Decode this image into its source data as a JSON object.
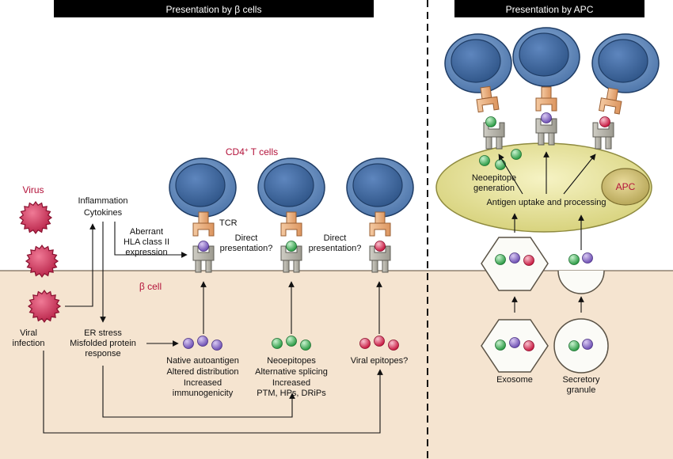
{
  "headers": {
    "left": "Presentation by β cells",
    "right": "Presentation by APC"
  },
  "labels": {
    "virus": "Virus",
    "viral_infection_line1": "Viral",
    "viral_infection_line2": "infection",
    "inflammation": "Inflammation",
    "cytokines": "Cytokines",
    "aberrant_line1": "Aberrant",
    "aberrant_line2": "HLA class II",
    "aberrant_line3": "expression",
    "tcr": "TCR",
    "cd4": "CD4",
    "cd4_sup": "+",
    "cd4_tail": " T cells",
    "direct1_line1": "Direct",
    "direct1_line2": "presentation?",
    "direct2_line1": "Direct",
    "direct2_line2": "presentation?",
    "beta_cell": "β cell",
    "er_line1": "ER stress",
    "er_line2": "Misfolded protein",
    "er_line3": "response",
    "native_line1": "Native autoantigen",
    "native_line2": "Altered distribution",
    "native_line3": "Increased",
    "native_line4": "immunogenicity",
    "neo_line1": "Neoepitopes",
    "neo_line2": "Alternative splicing",
    "neo_line3": "Increased",
    "neo_line4": "PTM, HPs, DRiPs",
    "viral_epitopes": "Viral epitopes?",
    "neo_gen_line1": "Neoepitope",
    "neo_gen_line2": "generation",
    "antigen_uptake": "Antigen uptake and processing",
    "apc": "APC",
    "exosome": "Exosome",
    "secretory_line1": "Secretory",
    "secretory_line2": "granule"
  },
  "colors": {
    "purple_epitope": "#8a6cc9",
    "green_epitope": "#3fbf5a",
    "red_epitope": "#e0315a",
    "tcell_blue": "#5f88bf",
    "tcr_orange": "#e9ad7c",
    "hla_gray": "#b5b3a8",
    "apc_fill": "#ece9a8",
    "cell_bg": "#f5e4d0",
    "virus_red": "#d8345a"
  }
}
